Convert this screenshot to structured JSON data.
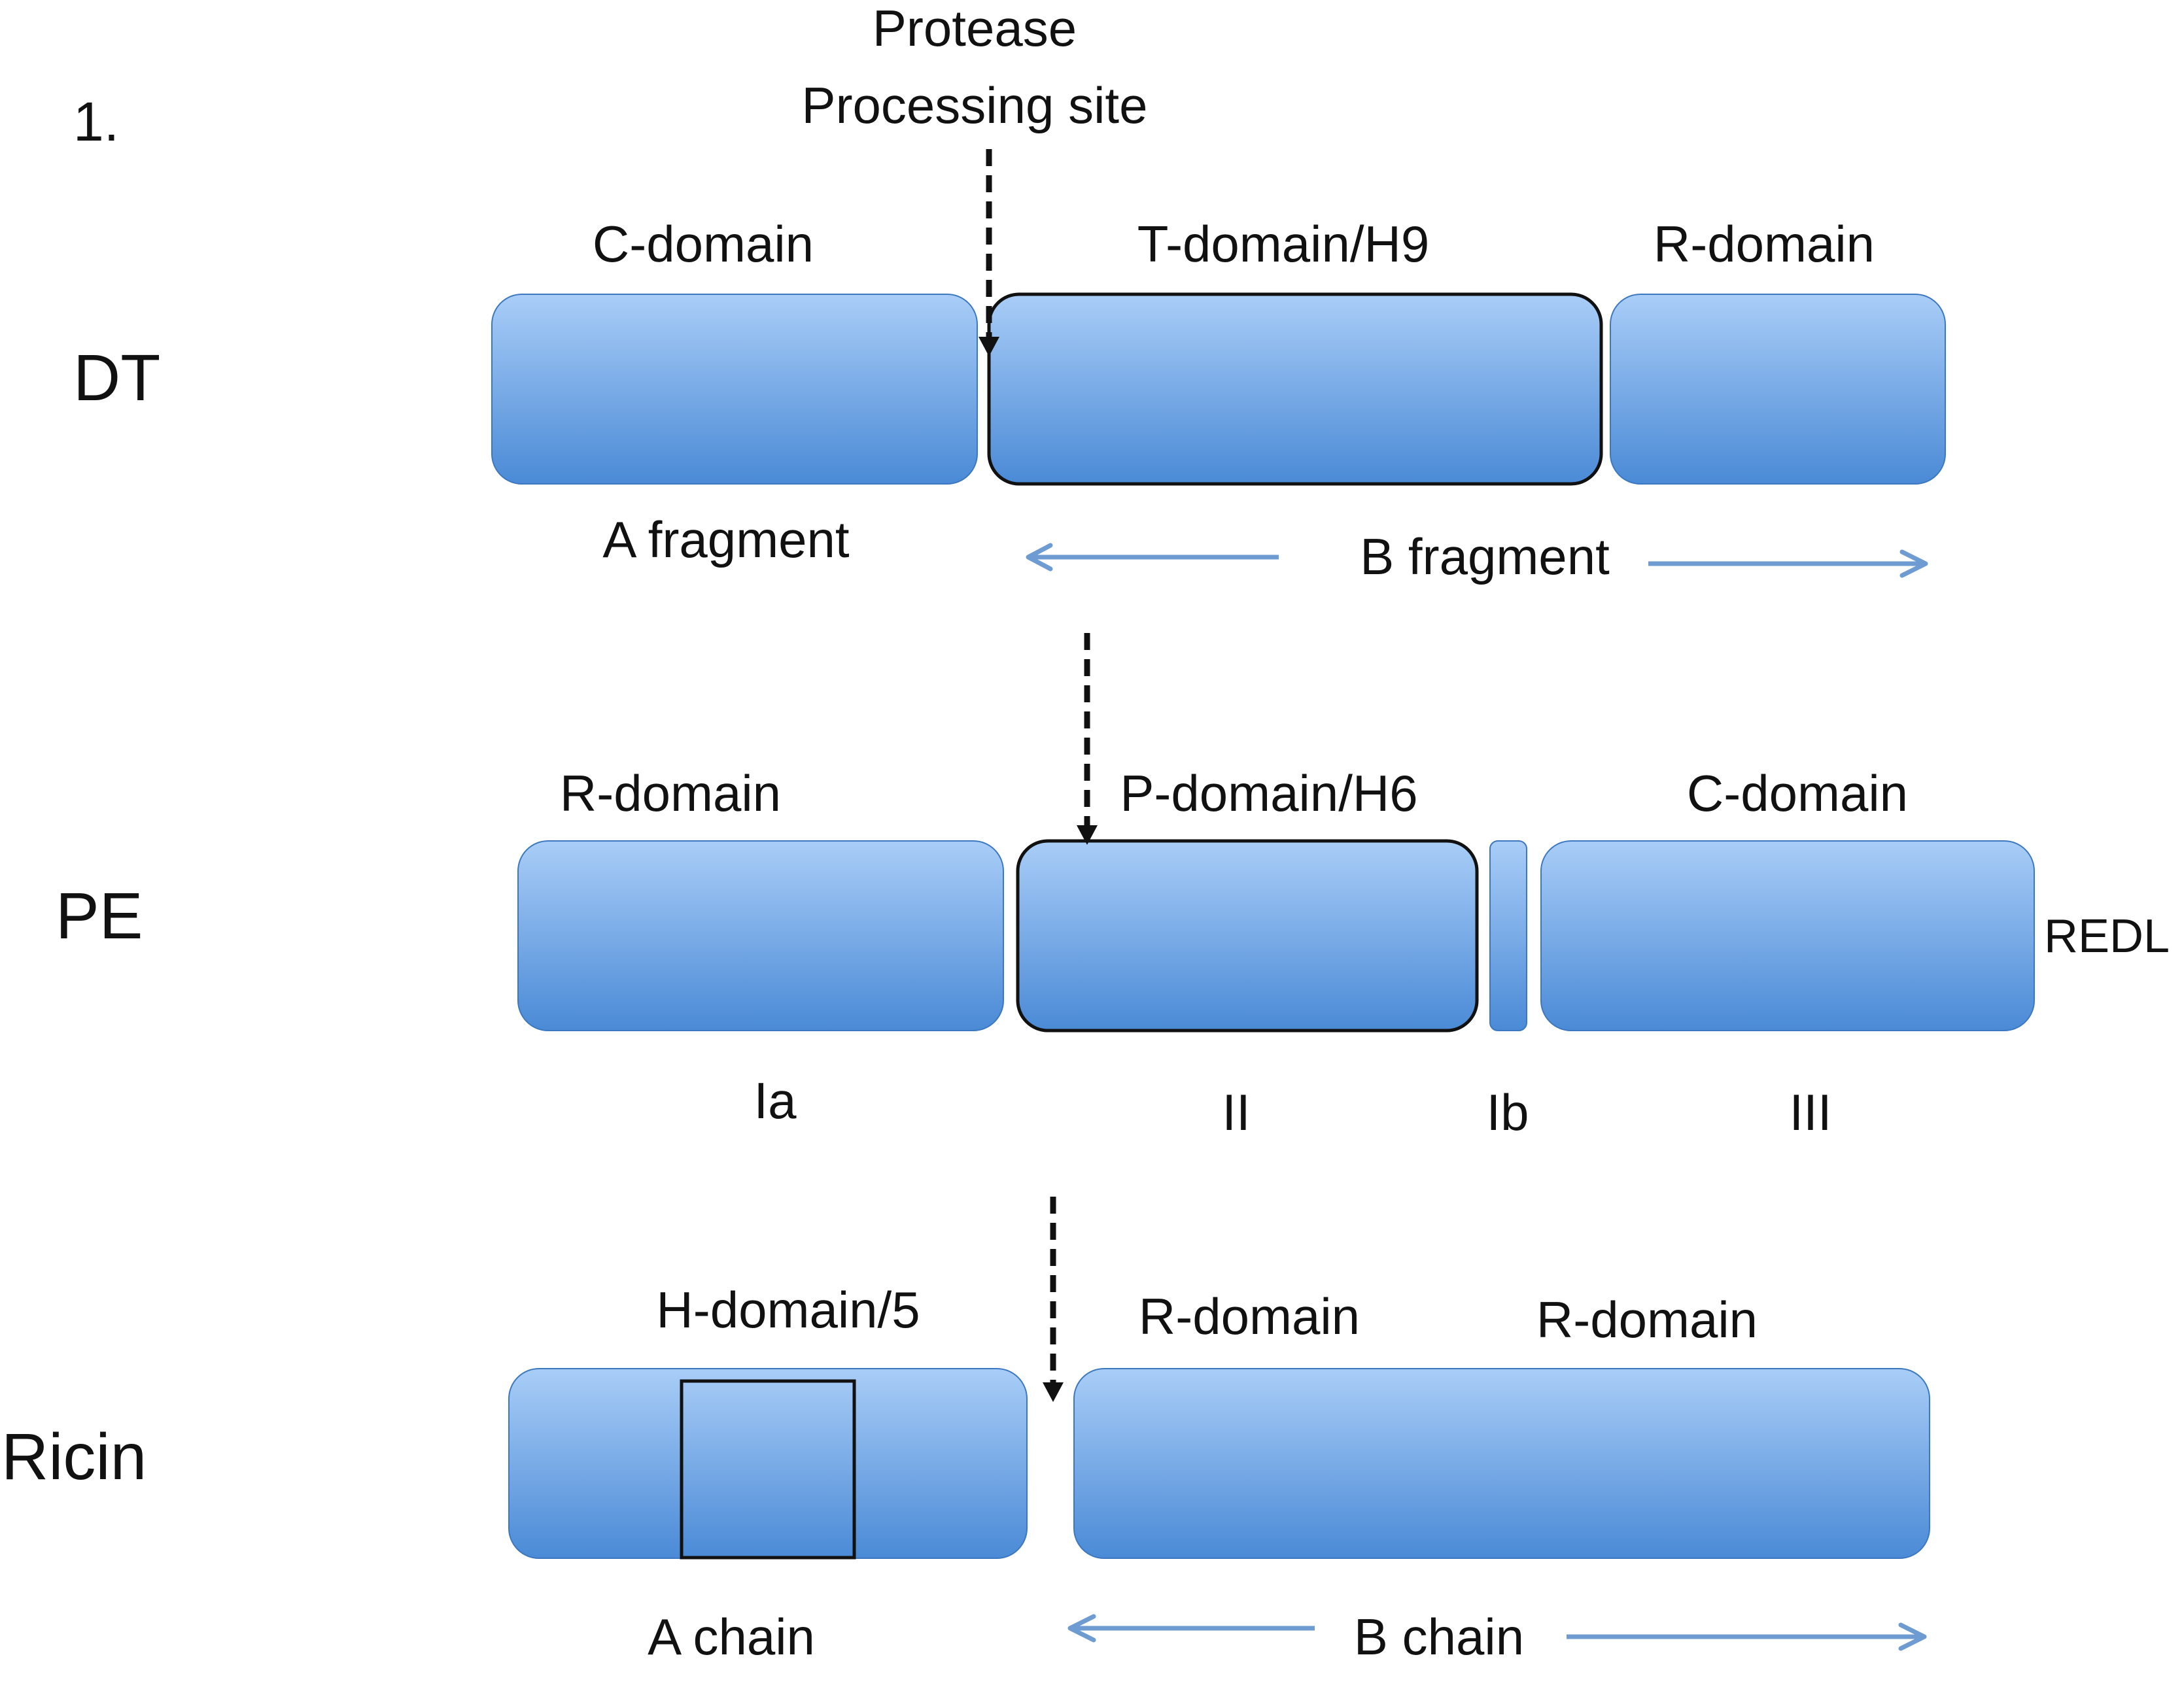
{
  "figure_number": "1.",
  "colors": {
    "box_top": "#a9cdf7",
    "box_bottom": "#4a8ad6",
    "box_edge": "#3c78c0",
    "arrow": "#6d9bd2",
    "outline": "#111111",
    "text": "#111111"
  },
  "annotation": {
    "protease_line1": "Protease",
    "protease_line2": "Processing site"
  },
  "dt": {
    "label": "DT",
    "domains": {
      "c": "C-domain",
      "t": "T-domain/H9",
      "r": "R-domain"
    },
    "fragments": {
      "a": "A fragment",
      "b": "B fragment"
    }
  },
  "pe": {
    "label": "PE",
    "domains": {
      "r": "R-domain",
      "p": "P-domain/H6",
      "c": "C-domain"
    },
    "terminal_motif": "REDL",
    "subdomains": [
      "Ia",
      "II",
      "Ib",
      "III"
    ]
  },
  "ricin": {
    "label": "Ricin",
    "domains": {
      "h": "H-domain/5",
      "r1": "R-domain",
      "r2": "R-domain"
    },
    "chains": {
      "a": "A chain",
      "b": "B chain"
    }
  }
}
